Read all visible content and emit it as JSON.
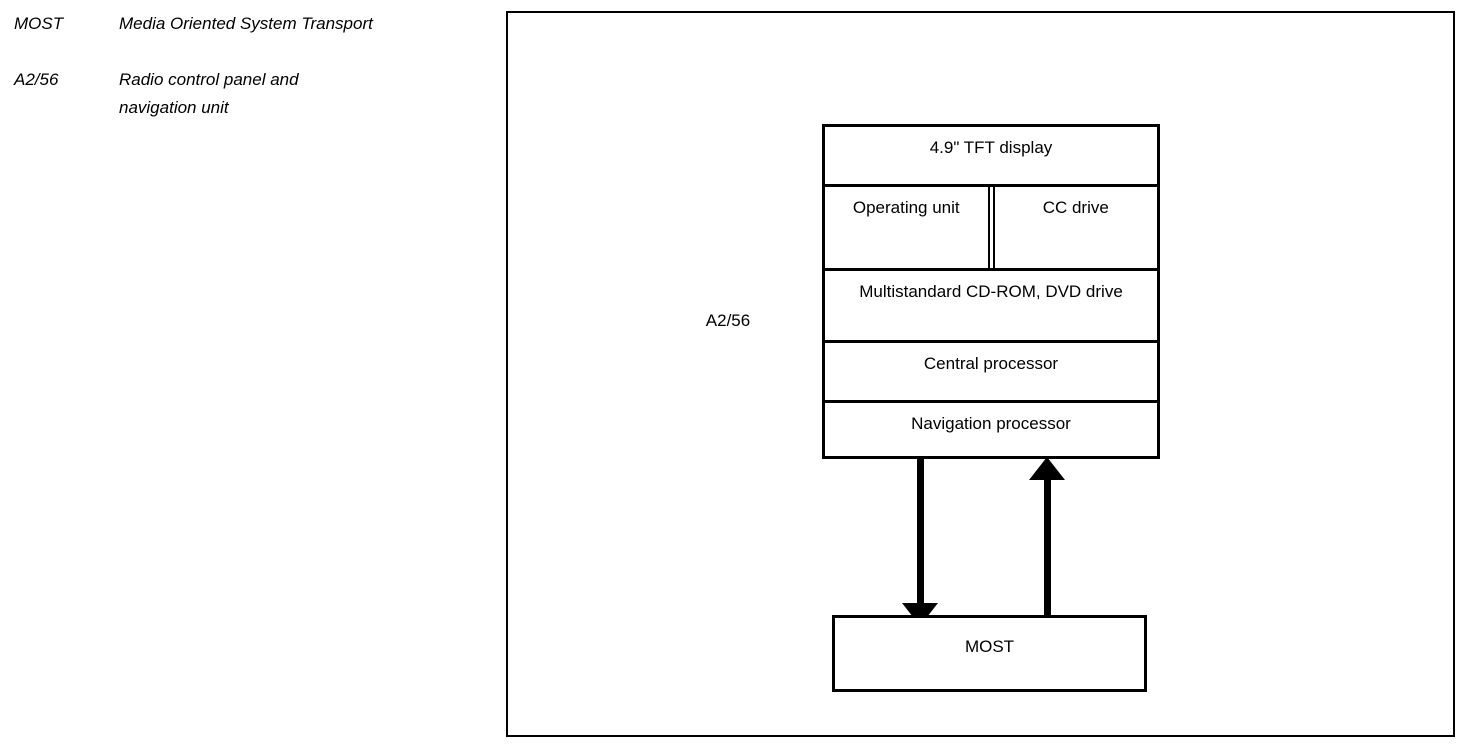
{
  "legend": {
    "rows": [
      {
        "term": "MOST",
        "desc_lines": [
          "Media Oriented System Transport"
        ]
      },
      {
        "term": "A2/56",
        "desc_lines": [
          "Radio control panel and",
          "navigation unit"
        ]
      }
    ]
  },
  "diagram": {
    "unit_caption": "A2/56",
    "head_unit": {
      "display": "4.9\" TFT display",
      "operating_unit": "Operating unit",
      "cc_drive": "CC drive",
      "optical_drive": "Multistandard CD-ROM, DVD drive",
      "central_processor": "Central processor",
      "navigation_processor": "Navigation processor"
    },
    "bus": {
      "label": "MOST"
    },
    "arrows": [
      {
        "name": "head-unit-to-most",
        "direction": "down"
      },
      {
        "name": "most-to-head-unit",
        "direction": "up"
      }
    ],
    "colors": {
      "line": "#000000",
      "background": "#ffffff",
      "text": "#000000"
    }
  }
}
